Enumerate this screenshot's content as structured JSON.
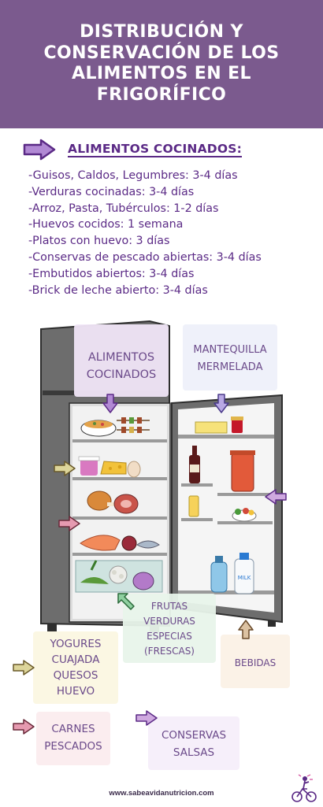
{
  "header": {
    "title": "DISTRIBUCIÓN Y CONSERVACIÓN DE LOS ALIMENTOS EN EL FRIGORÍFICO"
  },
  "section": {
    "heading": "ALIMENTOS COCINADOS:",
    "items": [
      "-Guisos, Caldos, Legumbres: 3-4 días",
      "-Verduras cocinadas: 3-4 días",
      "-Arroz, Pasta, Tubérculos: 1-2 días",
      "-Huevos cocidos: 1 semana",
      "-Platos con huevo: 3 días",
      "-Conservas de pescado abiertas: 3-4 días",
      "-Embutidos abiertos: 3-4 días",
      "-Brick de leche abierto: 3-4 días"
    ]
  },
  "labels": {
    "cocinados_line1": "ALIMENTOS",
    "cocinados_line2": "COCINADOS",
    "mantequilla_line1": "MANTEQUILLA",
    "mantequilla_line2": "MERMELADA",
    "frutas_line1": "FRUTAS",
    "frutas_line2": "VERDURAS",
    "frutas_line3": "ESPECIAS",
    "frutas_line4": "(FRESCAS)",
    "bebidas": "BEBIDAS",
    "yogures_line1": "YOGURES",
    "yogures_line2": "CUAJADA",
    "yogures_line3": "QUESOS",
    "yogures_line4": "HUEVO",
    "carnes_line1": "CARNES",
    "carnes_line2": "PESCADOS",
    "conservas_line1": "CONSERVAS",
    "conservas_line2": "SALSAS",
    "milk_text": "MILK"
  },
  "footer": {
    "website": "www.sabeavidanutricion.com"
  },
  "colors": {
    "header_bg": "#7b5a8e",
    "accent_purple": "#5b2a86",
    "arrow_fill": "#a779c9",
    "label_text": "#6b4a8a",
    "fridge_grey": "#6d6d6d"
  },
  "icons": {
    "heading_arrow": "right-arrow-icon",
    "logo": "cyclist-logo-icon"
  }
}
